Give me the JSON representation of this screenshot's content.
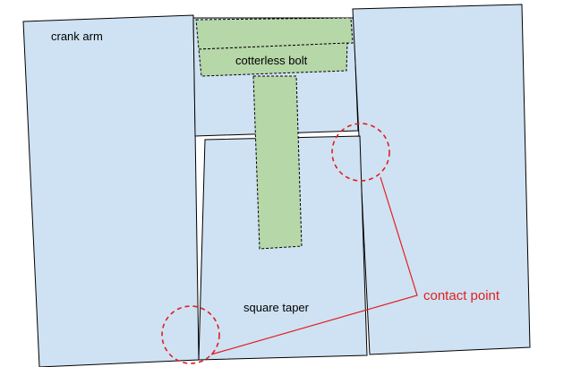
{
  "labels": {
    "crank_arm": "crank arm",
    "cotterless_bolt": "cotterless bolt",
    "square_taper": "square taper",
    "contact_point": "contact point"
  },
  "colors": {
    "part_fill": "#cfe2f3",
    "bolt_fill": "#b6d7a8",
    "outline": "#000000",
    "callout": "#e02020"
  }
}
